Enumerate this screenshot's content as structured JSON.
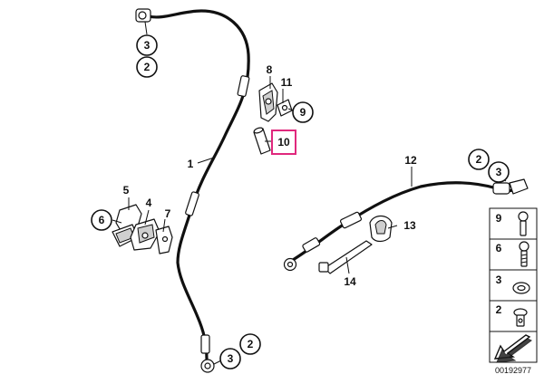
{
  "callouts": {
    "top_3": "3",
    "top_2": "2",
    "bottom_3": "3",
    "bottom_2": "2",
    "right_2": "2",
    "right_3": "3",
    "p6": "6",
    "p9": "9"
  },
  "labels": {
    "p1": "1",
    "p4": "4",
    "p5": "5",
    "p7": "7",
    "p8": "8",
    "p11": "11",
    "p12": "12",
    "p13": "13",
    "p14": "14"
  },
  "highlighted_part": "10",
  "highlight_color": "#e0287d",
  "legend": {
    "items": [
      "9",
      "6",
      "3",
      "2"
    ]
  },
  "diagram_id": "00192977"
}
